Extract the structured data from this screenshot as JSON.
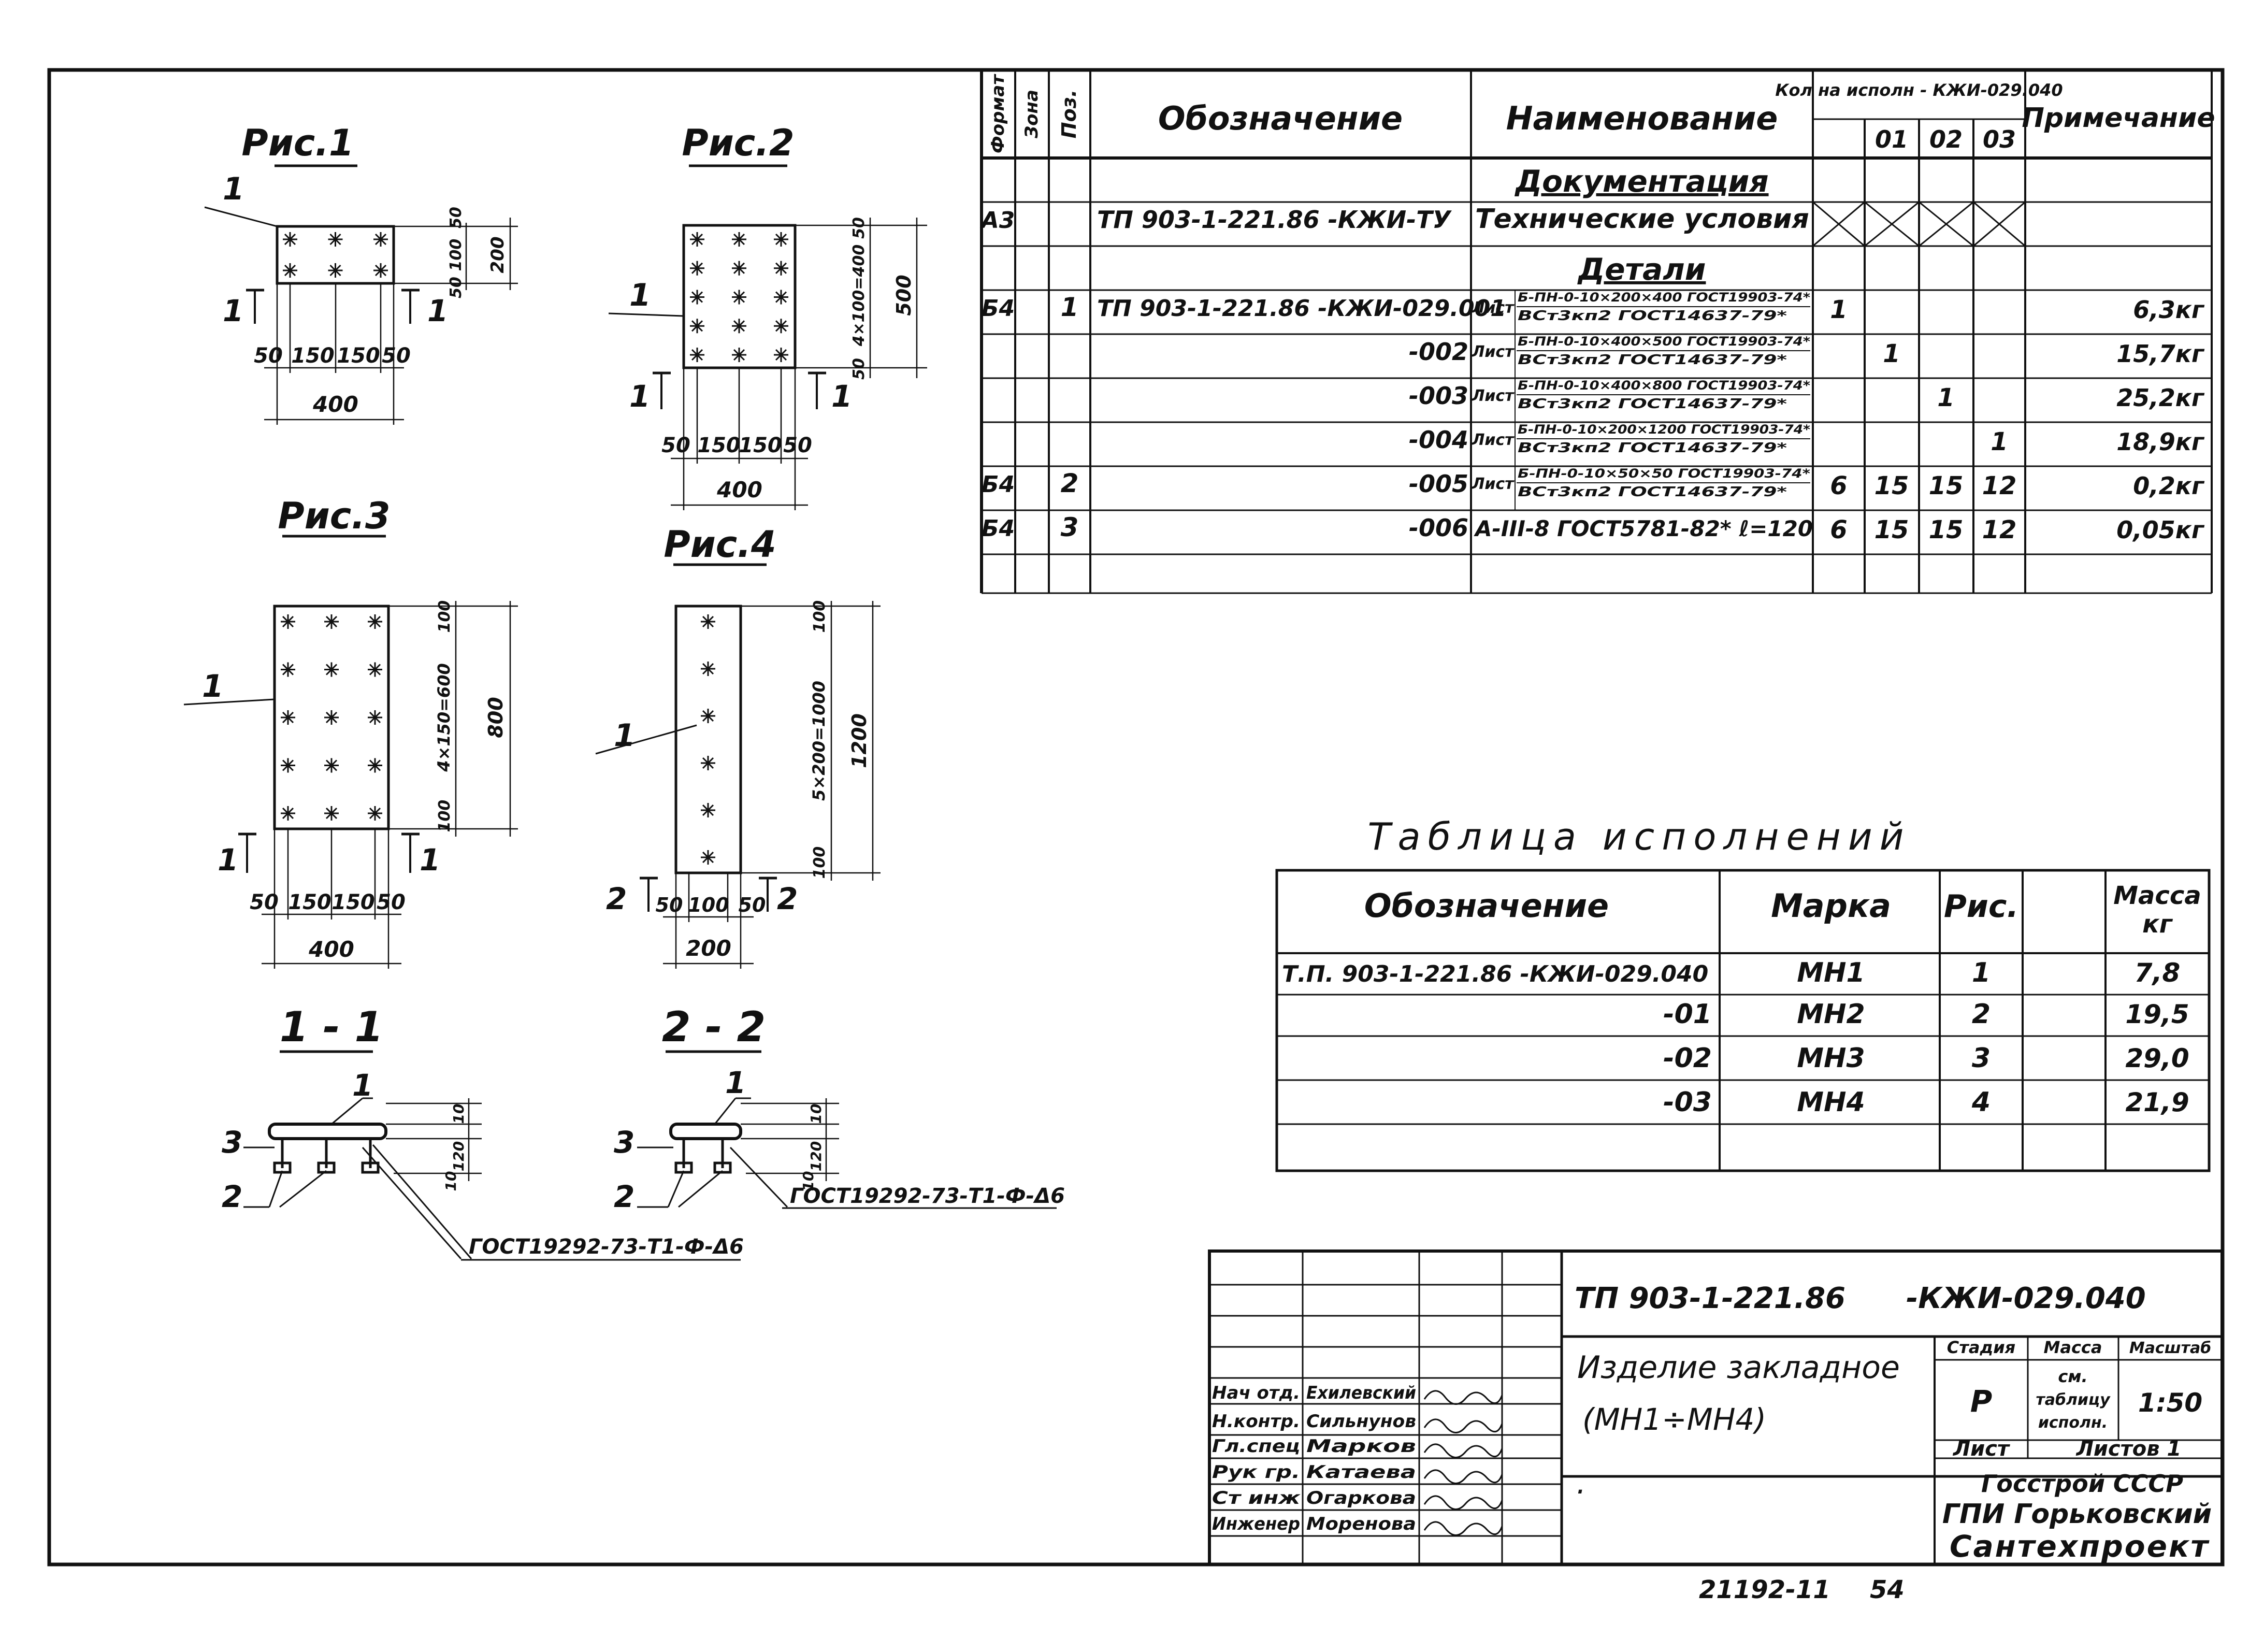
{
  "figures": {
    "fig1": "Рис.1",
    "fig2": "Рис.2",
    "fig3": "Рис.3",
    "fig4": "Рис.4",
    "sec11": "1 - 1",
    "sec22": "2 - 2",
    "leader1": "1",
    "leader2": "2",
    "leader3": "3",
    "cut1": "1",
    "cut2": "2",
    "f1_dims": {
      "d50a": "50",
      "d150a": "150",
      "d150b": "150",
      "d50b": "50",
      "w": "400",
      "v50": "50",
      "v100": "100",
      "v50b": "50",
      "h": "200"
    },
    "f2_dims": {
      "d50a": "50",
      "d150a": "150",
      "d150b": "150",
      "d50b": "50",
      "w": "400",
      "v50": "50",
      "v4x100": "4×100=400",
      "v50b": "50",
      "h": "500"
    },
    "f3_dims": {
      "d50a": "50",
      "d150a": "150",
      "d150b": "150",
      "d50b": "50",
      "w": "400",
      "v100": "100",
      "v4x150": "4×150=600",
      "v100b": "100",
      "h": "800"
    },
    "f4_dims": {
      "d50a": "50",
      "d100": "100",
      "d50b": "50",
      "w": "200",
      "v100": "100",
      "v5x200": "5×200=1000",
      "v100b": "100",
      "h": "1200"
    },
    "sec_dims": {
      "a": "10",
      "b": "120",
      "c": "10"
    },
    "gost_note": "ГОСТ19292-73-Т1-Ф-Δ6"
  },
  "spec": {
    "headers": {
      "format": "Формат",
      "zone": "Зона",
      "pos": "Поз.",
      "designation": "Обозначение",
      "name": "Наименование",
      "qty": "Кол на исполн - КЖИ-029.040",
      "q01": "01",
      "q02": "02",
      "q03": "03",
      "note": "Примечание"
    },
    "sections": {
      "docs": "Документация",
      "parts": "Детали"
    },
    "rows": [
      {
        "format": "А3",
        "pos": "",
        "designation": "ТП 903-1-221.86 -КЖИ-ТУ",
        "name_top": "Технические условия",
        "name_bot": "",
        "list": "",
        "q0": "",
        "q1": "",
        "q2": "",
        "q3": "",
        "note": ""
      },
      {
        "format": "Б4",
        "pos": "1",
        "designation": "ТП 903-1-221.86 -КЖИ-029.001",
        "list": "Лист",
        "name_top": "Б-ПН-0-10×200×400 ГОСТ19903-74*",
        "name_bot": "ВСт3кп2 ГОСТ14637-79*",
        "q0": "1",
        "q1": "",
        "q2": "",
        "q3": "",
        "note": "6,3кг"
      },
      {
        "format": "",
        "pos": "",
        "designation": "-002",
        "list": "Лист",
        "name_top": "Б-ПН-0-10×400×500 ГОСТ19903-74*",
        "name_bot": "ВСт3кп2 ГОСТ14637-79*",
        "q0": "",
        "q1": "1",
        "q2": "",
        "q3": "",
        "note": "15,7кг"
      },
      {
        "format": "",
        "pos": "",
        "designation": "-003",
        "list": "Лист",
        "name_top": "Б-ПН-0-10×400×800 ГОСТ19903-74*",
        "name_bot": "ВСт3кп2 ГОСТ14637-79*",
        "q0": "",
        "q1": "",
        "q2": "1",
        "q3": "",
        "note": "25,2кг"
      },
      {
        "format": "",
        "pos": "",
        "designation": "-004",
        "list": "Лист",
        "name_top": "Б-ПН-0-10×200×1200 ГОСТ19903-74*",
        "name_bot": "ВСт3кп2 ГОСТ14637-79*",
        "q0": "",
        "q1": "",
        "q2": "",
        "q3": "1",
        "note": "18,9кг"
      },
      {
        "format": "Б4",
        "pos": "2",
        "designation": "-005",
        "list": "Лист",
        "name_top": "Б-ПН-0-10×50×50 ГОСТ19903-74*",
        "name_bot": "ВСт3кп2 ГОСТ14637-79*",
        "q0": "6",
        "q1": "15",
        "q2": "15",
        "q3": "12",
        "note": "0,2кг"
      },
      {
        "format": "Б4",
        "pos": "3",
        "designation": "-006",
        "list": "",
        "name_top": "А-III-8 ГОСТ5781-82* ℓ=120",
        "name_bot": "",
        "q0": "6",
        "q1": "15",
        "q2": "15",
        "q3": "12",
        "note": "0,05кг"
      }
    ]
  },
  "variants": {
    "title": "Таблица исполнений",
    "headers": {
      "designation": "Обозначение",
      "mark": "Марка",
      "fig": "Рис.",
      "mass": "Масса кг"
    },
    "rows": [
      {
        "designation": "Т.П. 903-1-221.86 -КЖИ-029.040",
        "mark": "МН1",
        "fig": "1",
        "mass": "7,8"
      },
      {
        "designation": "-01",
        "mark": "МН2",
        "fig": "2",
        "mass": "19,5"
      },
      {
        "designation": "-02",
        "mark": "МН3",
        "fig": "3",
        "mass": "29,0"
      },
      {
        "designation": "-03",
        "mark": "МН4",
        "fig": "4",
        "mass": "21,9"
      }
    ]
  },
  "stamp": {
    "code": "ТП 903-1-221.86      -КЖИ-029.040",
    "title1": "Изделие закладное",
    "title2": "(МН1÷МН4)",
    "stage_h": "Стадия",
    "mass_h": "Масса",
    "scale_h": "Масштаб",
    "stage": "Р",
    "mass1": "см.",
    "mass2": "таблицу",
    "mass3": "исполн.",
    "scale": "1:50",
    "sheet": "Лист",
    "sheets": "Листов 1",
    "org1": "Госстрой СССР",
    "org2": "ГПИ Горьковский",
    "org3": "Сантехпроект",
    "people": [
      {
        "role": "Нач отд.",
        "name": "Ехилевский"
      },
      {
        "role": "Н.контр.",
        "name": "Сильнунов"
      },
      {
        "role": "Гл.спец",
        "name": "Марков"
      },
      {
        "role": "Рук гр.",
        "name": "Катаева"
      },
      {
        "role": "Ст инж",
        "name": "Огаркова"
      },
      {
        "role": "Инженер",
        "name": "Моренова"
      }
    ],
    "dot": "·"
  },
  "footer": {
    "inv": "21192-11",
    "page": "54"
  }
}
